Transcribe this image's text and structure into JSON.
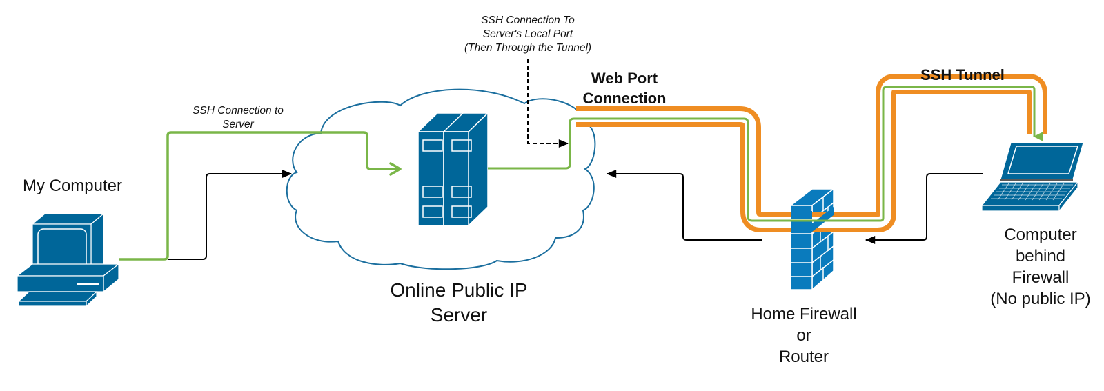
{
  "colors": {
    "device_blue": "#006699",
    "firewall_blue": "#0a7bbd",
    "cloud_stroke": "#1a6e9e",
    "ssh_green": "#7ab648",
    "tunnel_orange": "#ef8d22",
    "connector_black": "#000000",
    "background": "#ffffff"
  },
  "nodes": {
    "my_computer": {
      "label": "My Computer",
      "icon": "desktop-computer-icon"
    },
    "server": {
      "label": "Online Public IP\nServer",
      "icon": "server-rack-icon",
      "container": "cloud-icon"
    },
    "firewall": {
      "label": "Home Firewall\nor\nRouter",
      "icon": "firewall-brick-icon"
    },
    "remote_computer": {
      "label": "Computer\nbehind\nFirewall\n(No public IP)",
      "icon": "laptop-icon"
    }
  },
  "connections": {
    "ssh_to_server": {
      "label": "SSH Connection to\nServer",
      "style": "green solid arrow"
    },
    "ssh_local_port": {
      "label": "SSH Connection To\nServer's Local Port\n(Then Through the Tunnel)",
      "style": "black dashed arrow"
    },
    "web_port": {
      "label": "Web Port\nConnection",
      "style": "black solid arrow"
    },
    "ssh_tunnel": {
      "label": "SSH Tunnel",
      "style": "orange double line with green core"
    }
  }
}
